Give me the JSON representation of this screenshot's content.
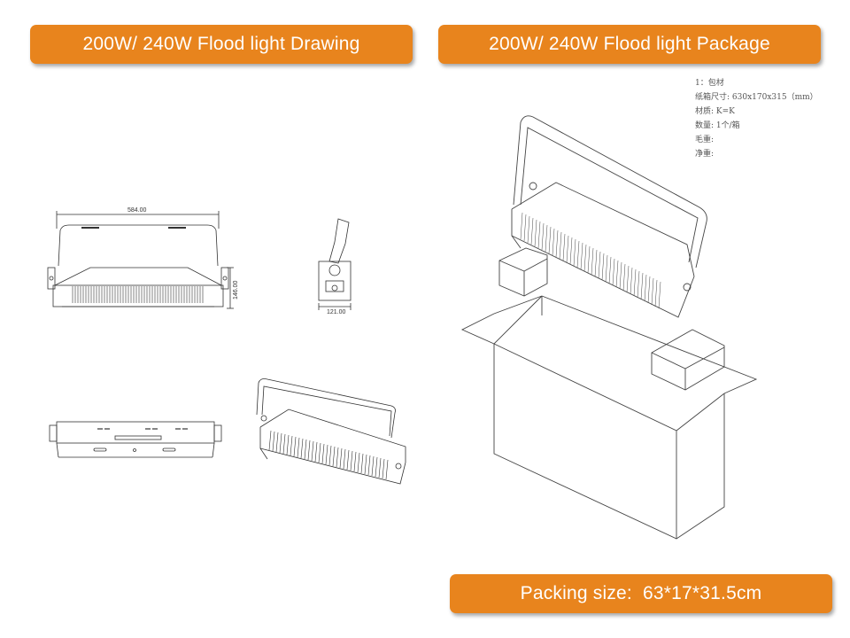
{
  "headers": {
    "drawing_title": "200W/ 240W Flood light Drawing",
    "package_title": "200W/ 240W Flood light Package"
  },
  "drawing": {
    "front_view_width": "584.00",
    "front_view_height": "146.00",
    "side_view_width": "121.00"
  },
  "package_notes": [
    "1：包材",
    "纸箱尺寸: 630x170x315（mm）",
    "材质: K=K",
    "数量: 1个/箱",
    "毛重:",
    "净重:"
  ],
  "footer": {
    "packing_size": "Packing size:  63*17*31.5cm"
  }
}
